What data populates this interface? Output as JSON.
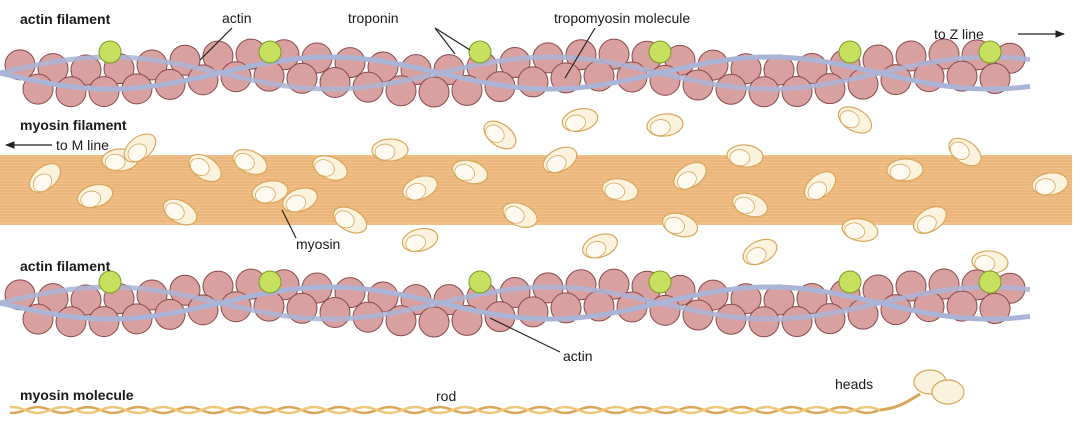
{
  "labels": {
    "actin_filament_top": "actin filament",
    "actin_top": "actin",
    "troponin": "troponin",
    "tropomyosin": "tropomyosin molecule",
    "to_z_line": "to Z line",
    "myosin_filament": "myosin filament",
    "to_m_line": "to M line",
    "myosin": "myosin",
    "actin_filament_bottom": "actin filament",
    "actin_bottom": "actin",
    "myosin_molecule": "myosin molecule",
    "rod": "rod",
    "heads": "heads"
  },
  "colors": {
    "actin_bead": "#d9a0a0",
    "actin_bead_edge": "#8a4a4a",
    "troponin": "#c8e060",
    "tropomyosin": "#aab4d8",
    "myosin_thick": "#f0c088",
    "myosin_head": "#fbf3de",
    "myosin_head_edge": "#d9a65a"
  }
}
